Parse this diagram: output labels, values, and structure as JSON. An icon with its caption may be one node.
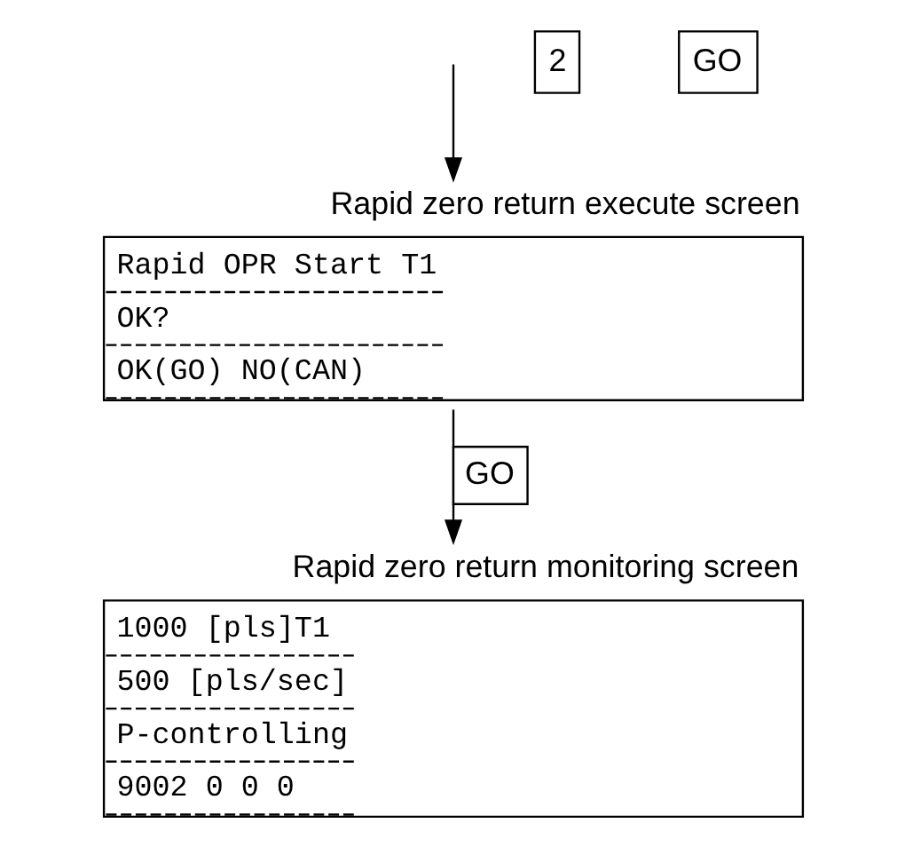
{
  "diagram": {
    "nodes": [
      {
        "text": [
          "Rapid zero return execute screen",
          "Rapid OPR Start T1",
          "OK?",
          "OK(GO) NO(CAN)"
        ]
      },
      {
        "text": [
          "Rapid zero return monitoring screen",
          "1000 [pls]T1",
          "500 [pls/sec]",
          "P-controlling",
          "9002 0 0 0"
        ]
      }
    ],
    "edges": [
      {
        "from": null,
        "to": 0,
        "arrow": "to"
      },
      {
        "from": 0,
        "to": 1,
        "arrow": "to",
        "label": "GO"
      }
    ],
    "labels": [
      "2",
      "GO"
    ]
  }
}
